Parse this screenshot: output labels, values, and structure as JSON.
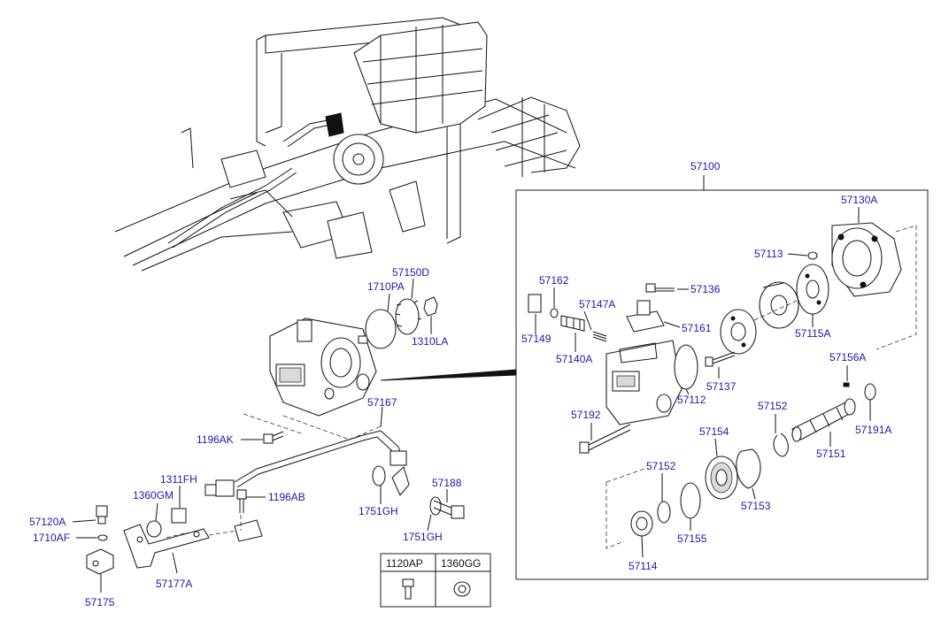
{
  "assembly_label": "57100",
  "parts": {
    "p57130A": "57130A",
    "p57113": "57113",
    "p57136": "57136",
    "p57162": "57162",
    "p57147A": "57147A",
    "p57161": "57161",
    "p57149": "57149",
    "p57115A": "57115A",
    "p57140A": "57140A",
    "p57156A": "57156A",
    "p57137": "57137",
    "p57112": "57112",
    "p57152a": "57152",
    "p57192": "57192",
    "p57191A": "57191A",
    "p57154": "57154",
    "p57151": "57151",
    "p57152b": "57152",
    "p57153": "57153",
    "p57155": "57155",
    "p57114": "57114",
    "p57150D": "57150D",
    "p1710PA": "1710PA",
    "p1310LA": "1310LA",
    "p57167": "57167",
    "p1196AK": "1196AK",
    "p1311FH": "1311FH",
    "p1360GM": "1360GM",
    "p1196AB": "1196AB",
    "p57188": "57188",
    "p57120A": "57120A",
    "p1751GHa": "1751GH",
    "p1751GHb": "1751GH",
    "p1710AF": "1710AF",
    "p57177A": "57177A",
    "p57175": "57175"
  },
  "legend_table": {
    "col1": "1120AP",
    "col2": "1360GG"
  },
  "colors": {
    "part_number": "#1a1aa8",
    "line": "#111111",
    "background": "#ffffff"
  }
}
